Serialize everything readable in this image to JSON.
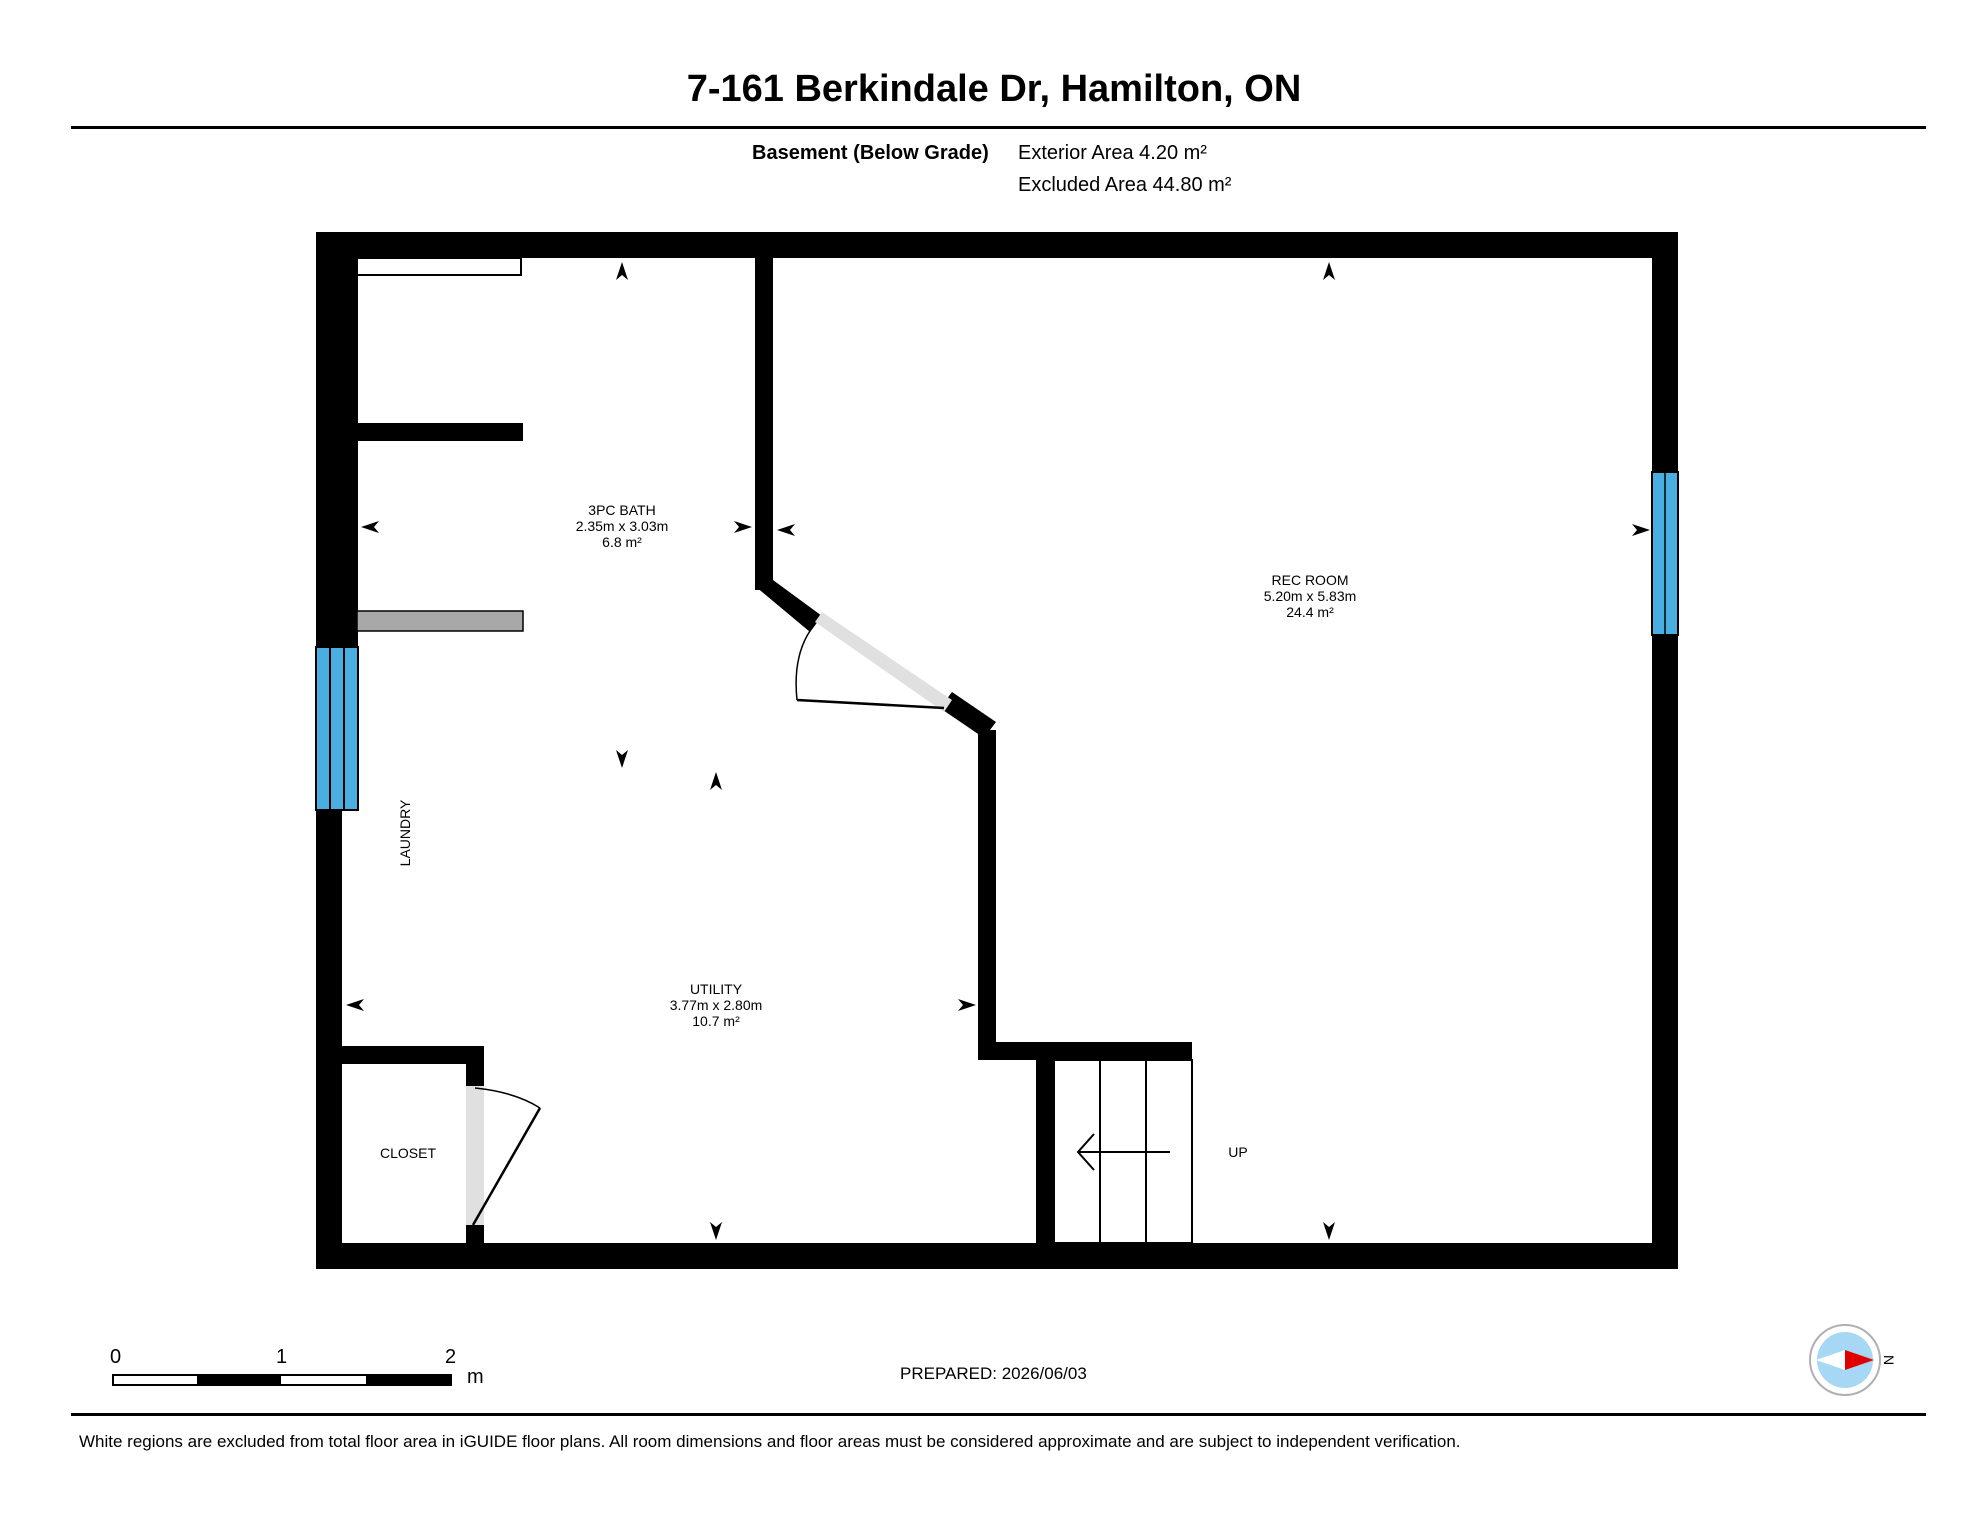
{
  "header": {
    "title": "7-161 Berkindale Dr, Hamilton, ON"
  },
  "summary": {
    "level_label": "Basement (Below Grade)",
    "exterior_area": "Exterior Area 4.20 m²",
    "excluded_area": "Excluded Area 44.80 m²"
  },
  "rooms": {
    "bath": {
      "name": "3PC BATH",
      "dims": "2.35m x 3.03m",
      "area": "6.8 m²"
    },
    "rec": {
      "name": "REC ROOM",
      "dims": "5.20m x 5.83m",
      "area": "24.4 m²"
    },
    "utility": {
      "name": "UTILITY",
      "dims": "3.77m x 2.80m",
      "area": "10.7 m²"
    },
    "laundry": {
      "name": "LAUNDRY"
    },
    "closet": {
      "name": "CLOSET"
    },
    "stairs": {
      "label": "UP"
    }
  },
  "scale_bar": {
    "labels": [
      "0",
      "1",
      "2"
    ],
    "unit": "m"
  },
  "prepared": "PREPARED: 2026/06/03",
  "compass": {
    "letter": "N"
  },
  "footer": {
    "disclaimer": "White regions are excluded from total floor area in iGUIDE floor plans. All room dimensions and floor areas must be considered approximate and are subject to independent verification."
  },
  "colors": {
    "wall": "#000000",
    "window": "#4aaee0",
    "door_leaf": "#e0e0e0",
    "partial_wall": "#a8a8a8",
    "compass_ring": "#a6d8f5",
    "compass_needle": "#e00000"
  }
}
